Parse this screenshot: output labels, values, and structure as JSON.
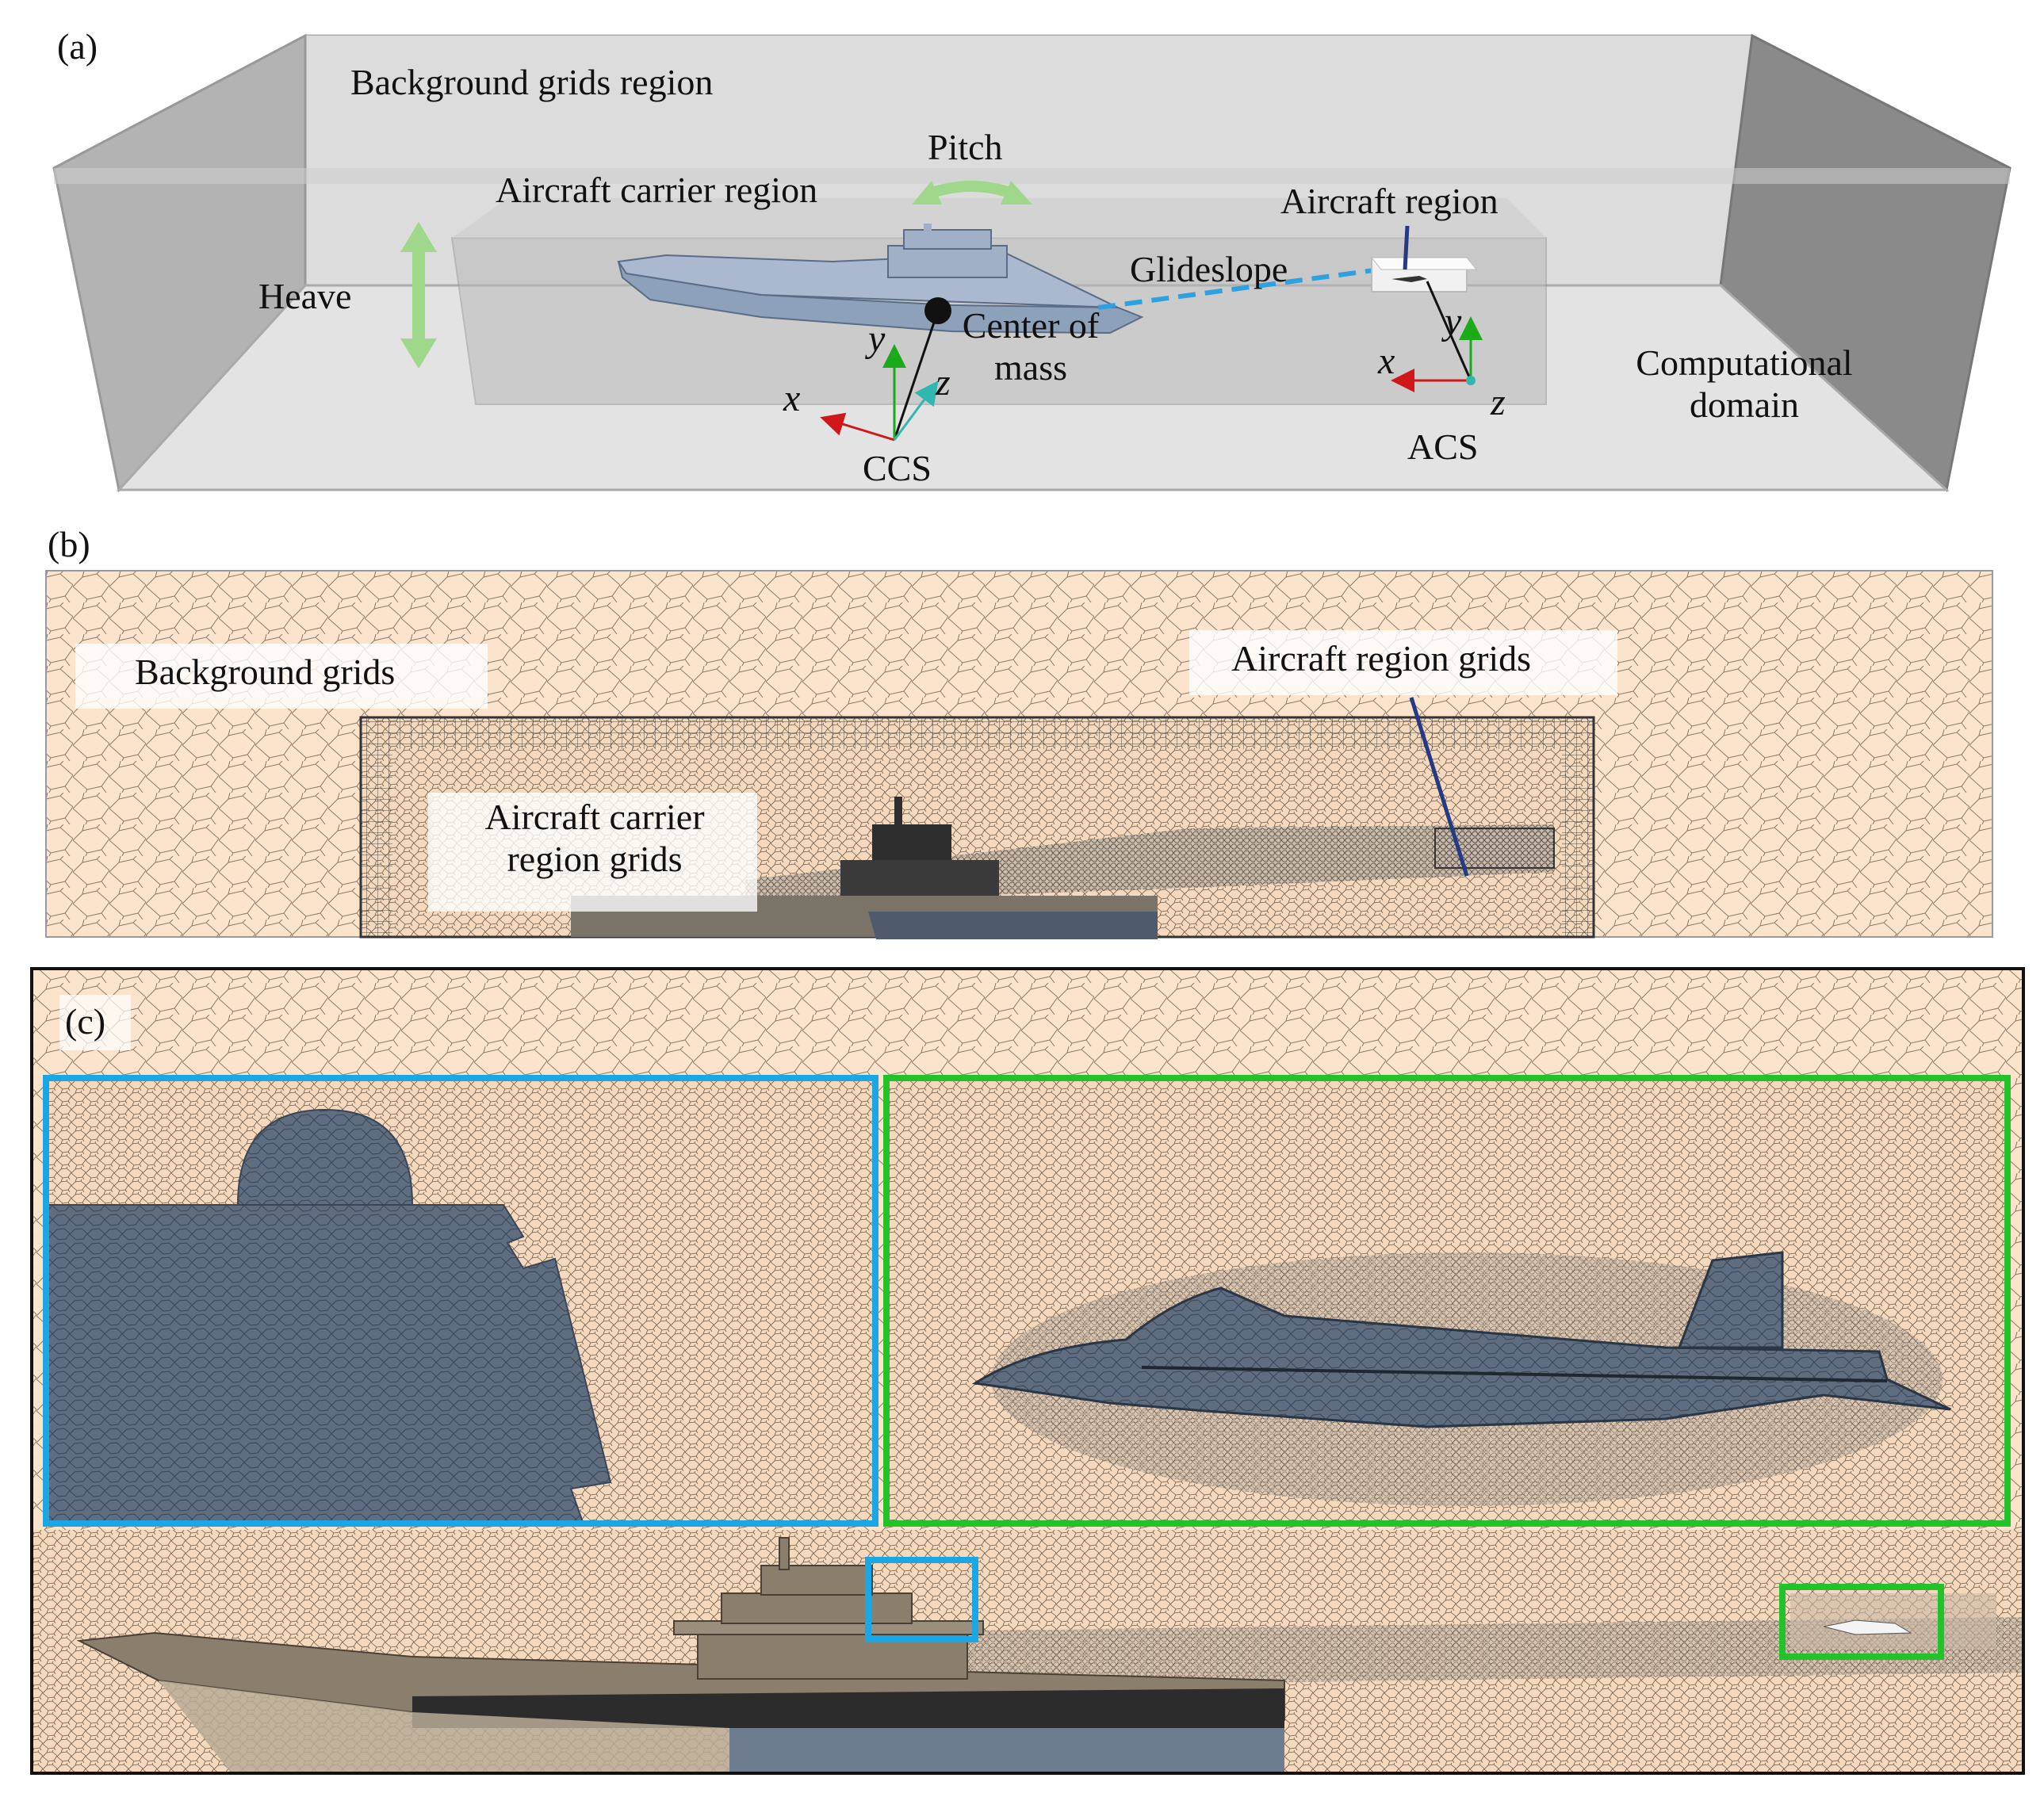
{
  "panels": {
    "a": {
      "tag": "(a)",
      "background_region": "Background grids region",
      "carrier_region": "Aircraft carrier region",
      "pitch": "Pitch",
      "heave": "Heave",
      "aircraft_region": "Aircraft region",
      "glideslope": "Glideslope",
      "center_of_mass_1": "Center of",
      "center_of_mass_2": "mass",
      "computational_1": "Computational",
      "computational_2": "domain",
      "ccs": "CCS",
      "acs": "ACS",
      "axis_x": "x",
      "axis_y": "y",
      "axis_z": "z"
    },
    "b": {
      "tag": "(b)",
      "background_grids": "Background grids",
      "aircraft_region_grids": "Aircraft region grids",
      "carrier_grids_1": "Aircraft carrier",
      "carrier_grids_2": "region grids"
    },
    "c": {
      "tag": "(c)"
    }
  },
  "colors": {
    "mesh_bg": "#fbe3cc",
    "ship": "#6b7a8e",
    "box_blue": "#1aa7e6",
    "box_green": "#22c32a",
    "motion_arrow": "#9fd88a",
    "glideslope": "#2fa0e0",
    "axis_x": "#d01818",
    "axis_y": "#1aaa1a",
    "axis_z": "#2fb7b0"
  }
}
